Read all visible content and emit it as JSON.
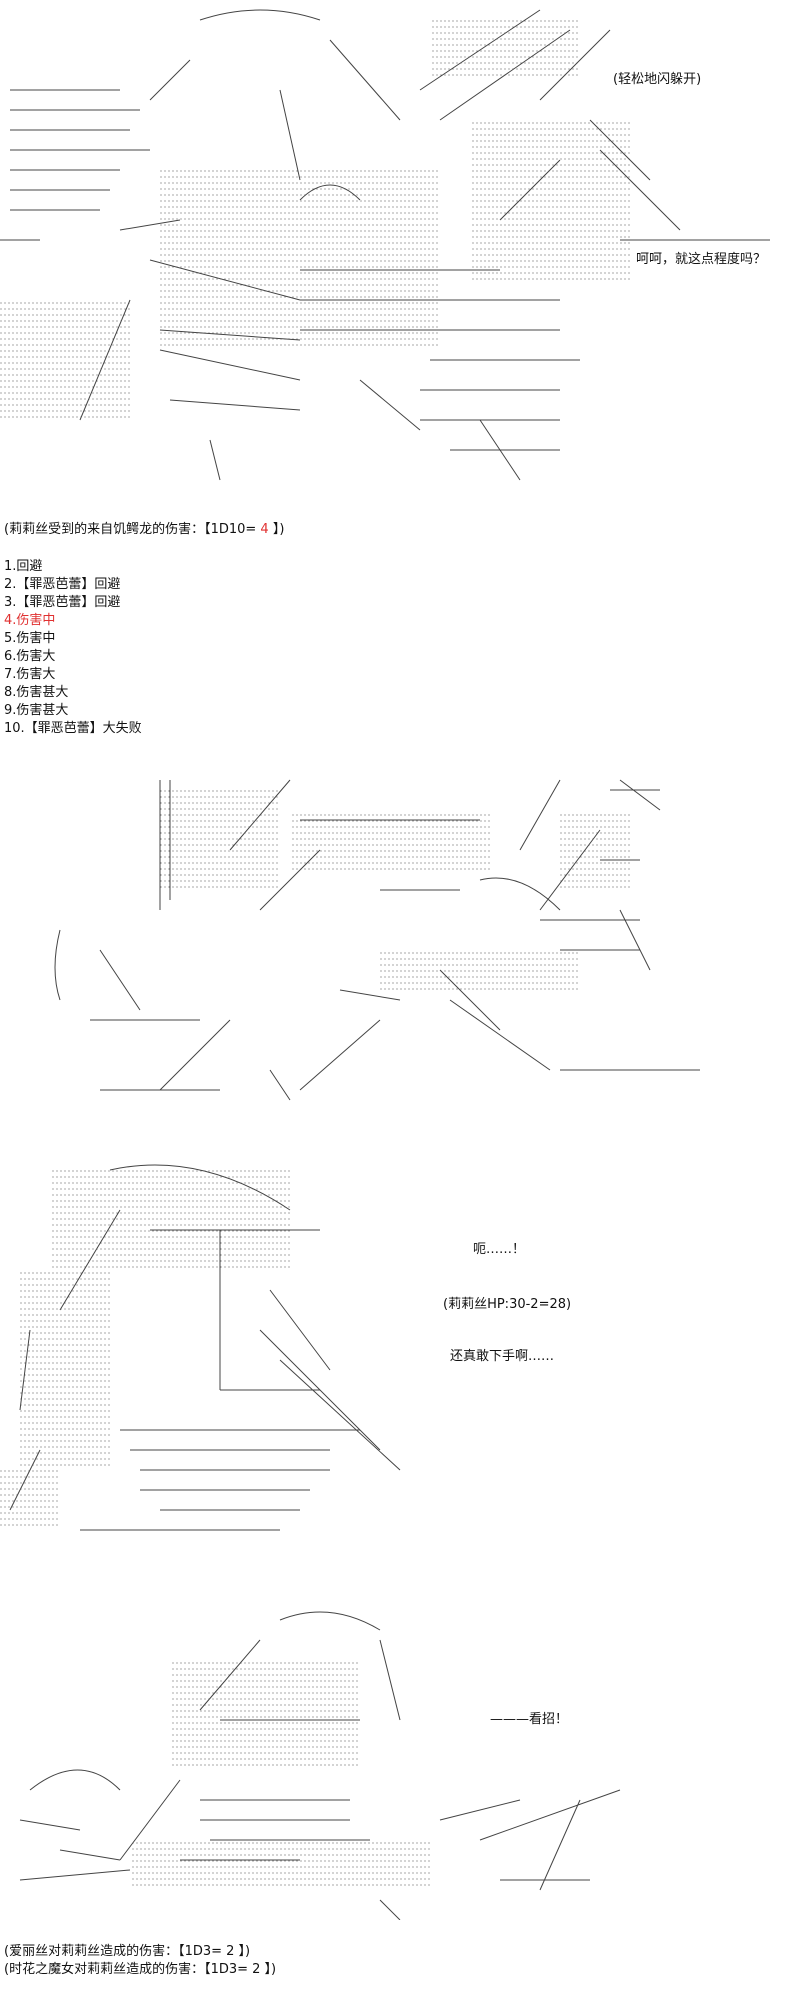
{
  "scene1": {
    "dodge_text": "(轻松地闪躲开)",
    "taunt_text": "呵呵，就这点程度吗？"
  },
  "roll_block": {
    "header_prefix": "(莉莉丝受到的来自饥鳄龙的伤害：【1D10= ",
    "header_value": "4",
    "header_suffix": " 】)",
    "items": [
      "1.回避",
      "2.【罪恶芭蕾】回避",
      "3.【罪恶芭蕾】回避",
      "4.伤害中",
      "5.伤害中",
      "6.伤害大",
      "7.伤害大",
      "8.伤害甚大",
      "9.伤害甚大",
      "10.【罪恶芭蕾】大失败"
    ],
    "highlight_index": 3,
    "highlight_color": "#e03030"
  },
  "scene3": {
    "groan_text": "呃……！",
    "hp_text": "(莉莉丝HP:30-2=28)",
    "remark_text": "还真敢下手啊……"
  },
  "scene4": {
    "attack_text": "———看招！"
  },
  "damage_results": [
    "(爱丽丝对莉莉丝造成的伤害：【1D3= 2 】)",
    "(时花之魔女对莉莉丝造成的伤害：【1D3= 2 】)"
  ]
}
